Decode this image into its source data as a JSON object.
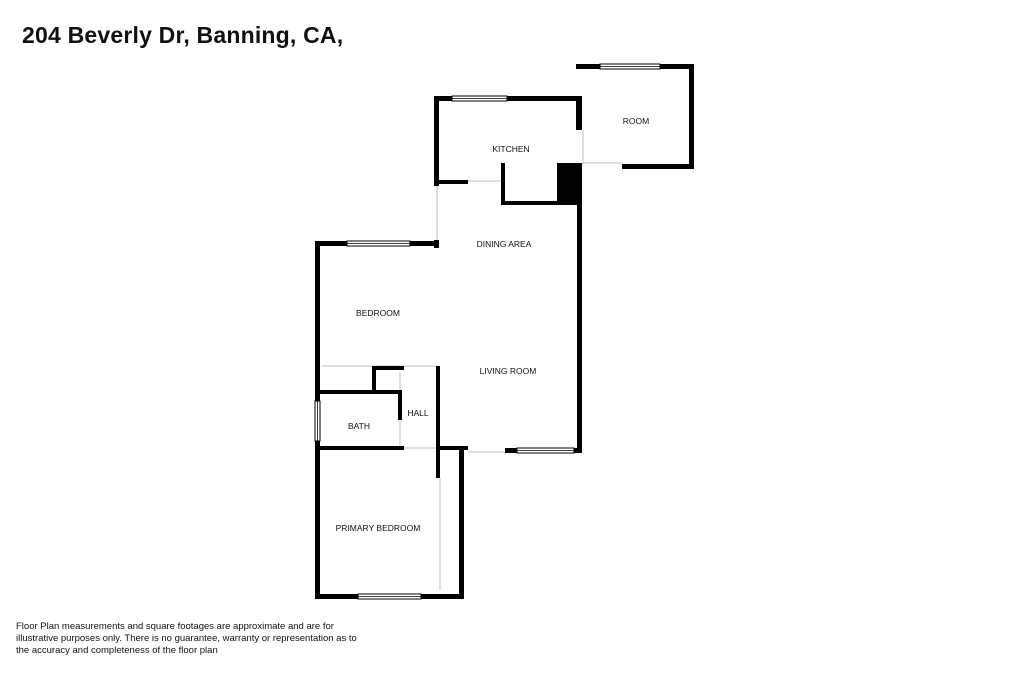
{
  "title": "204 Beverly Dr, Banning, CA,",
  "rooms": {
    "kitchen": "KITCHEN",
    "room": "ROOM",
    "dining": "DINING AREA",
    "bedroom": "BEDROOM",
    "living": "LIVING ROOM",
    "hall": "HALL",
    "bath": "BATH",
    "primary": "PRIMARY BEDROOM"
  },
  "disclaimer": "Floor Plan measurements and square footages are approximate and are for illustrative purposes only. There is no guarantee, warranty or representation as to the accuracy and completeness of the floor plan"
}
